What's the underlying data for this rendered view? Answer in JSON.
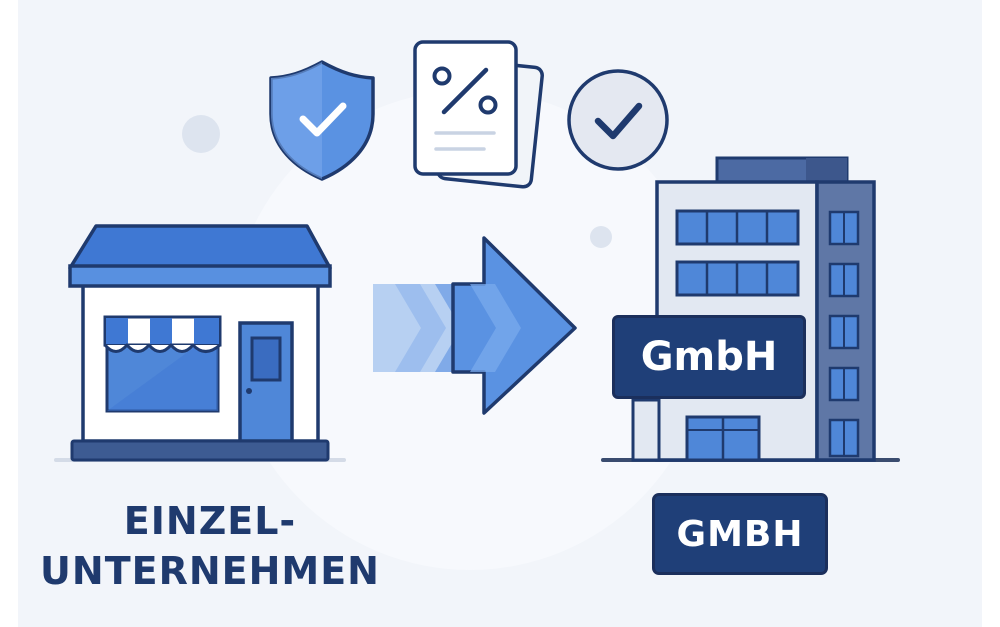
{
  "left": {
    "caption_line1": "EINZEL-",
    "caption_line2": "UNTERNEHMEN"
  },
  "right": {
    "sign_text": "GmbH",
    "badge_text": "GMBH"
  },
  "icons": {
    "top_left": "shield-check-icon",
    "top_center": "percent-document-icon",
    "top_right": "check-circle-icon",
    "center": "arrow-right-icon",
    "left_main": "shop-icon",
    "right_main": "office-building-icon"
  },
  "colors": {
    "primary_blue": "#4f87d8",
    "light_blue": "#8fb7ec",
    "navy": "#1f3a6e",
    "background": "#f1f4fa"
  }
}
